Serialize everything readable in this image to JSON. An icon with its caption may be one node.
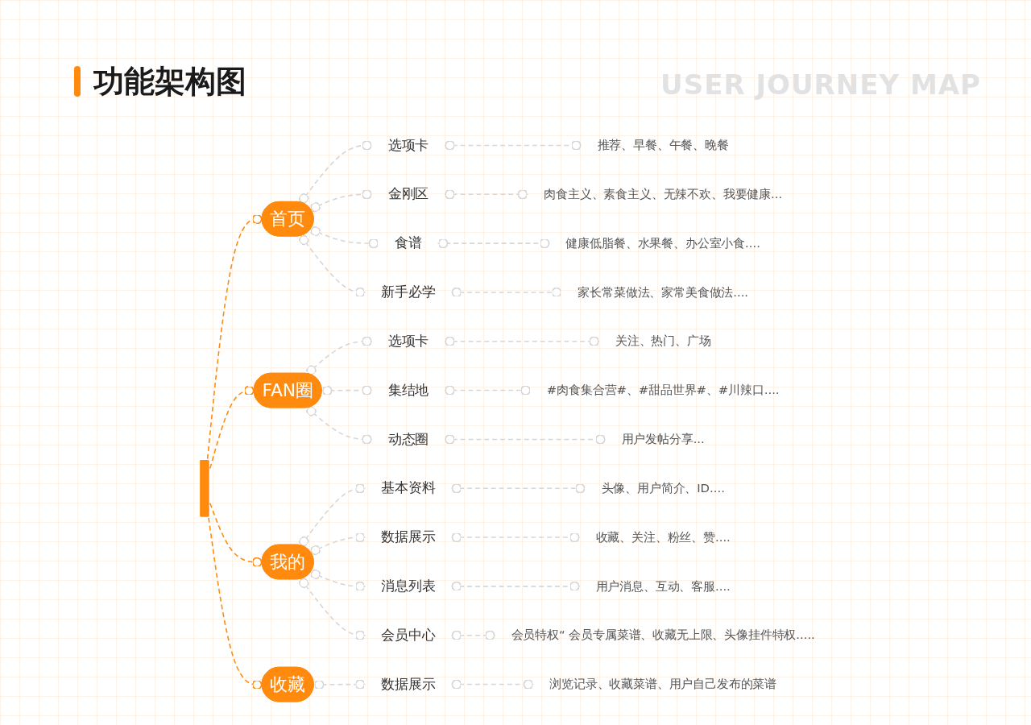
{
  "diagram": {
    "title": "功能架构图",
    "nodes": [
      {
        "text": [],
        "shape": "bar"
      },
      {
        "text": [
          "首页"
        ]
      },
      {
        "text": [
          "选项卡"
        ]
      },
      {
        "text": [
          "推荐、早餐、午餐、晚餐"
        ]
      },
      {
        "text": [
          "金刚区"
        ]
      },
      {
        "text": [
          "肉食主义、素食主义、无辣不欢、我要健康..."
        ]
      },
      {
        "text": [
          "食谱"
        ]
      },
      {
        "text": [
          "健康低脂餐、水果餐、办公室小食...."
        ]
      },
      {
        "text": [
          "新手必学"
        ]
      },
      {
        "text": [
          "家长常菜做法、家常美食做法...."
        ]
      },
      {
        "text": [
          "FAN圈"
        ]
      },
      {
        "text": [
          "选项卡"
        ]
      },
      {
        "text": [
          "关注、热门、广场"
        ]
      },
      {
        "text": [
          "集结地"
        ]
      },
      {
        "text": [
          "#肉食集合营#、#甜品世界#、#川辣口...."
        ]
      },
      {
        "text": [
          "动态圈"
        ]
      },
      {
        "text": [
          "用户发帖分享..."
        ]
      },
      {
        "text": [
          "我的"
        ]
      },
      {
        "text": [
          "基本资料"
        ]
      },
      {
        "text": [
          "头像、用户简介、ID...."
        ]
      },
      {
        "text": [
          "数据展示"
        ]
      },
      {
        "text": [
          "收藏、关注、粉丝、赞...."
        ]
      },
      {
        "text": [
          "消息列表"
        ]
      },
      {
        "text": [
          "用户消息、互动、客服...."
        ]
      },
      {
        "text": [
          "会员中心"
        ]
      },
      {
        "text": [
          "会员特权“ 会员专属菜谱、收藏无上限、头像挂件特权....."
        ]
      },
      {
        "text": [
          "收藏"
        ]
      },
      {
        "text": [
          "数据展示"
        ]
      },
      {
        "text": [
          "浏览记录、收藏菜谱、用户自己发布的菜谱"
        ]
      }
    ],
    "edges": [
      {
        "from": 0,
        "to": 1,
        "arrow": "other",
        "style": "dashed",
        "color": "#ff8a0d"
      },
      {
        "from": 0,
        "to": 10,
        "arrow": "other",
        "style": "dashed",
        "color": "#ff8a0d"
      },
      {
        "from": 0,
        "to": 17,
        "arrow": "other",
        "style": "dashed",
        "color": "#ff8a0d"
      },
      {
        "from": 0,
        "to": 26,
        "arrow": "other",
        "style": "dashed",
        "color": "#ff8a0d"
      },
      {
        "from": 1,
        "to": 2,
        "arrow": "other",
        "style": "dashed"
      },
      {
        "from": 1,
        "to": 4,
        "arrow": "other",
        "style": "dashed"
      },
      {
        "from": 1,
        "to": 6,
        "arrow": "other",
        "style": "dashed"
      },
      {
        "from": 1,
        "to": 8,
        "arrow": "other",
        "style": "dashed"
      },
      {
        "from": 2,
        "to": 3,
        "arrow": "other",
        "style": "dashed"
      },
      {
        "from": 4,
        "to": 5,
        "arrow": "other",
        "style": "dashed"
      },
      {
        "from": 6,
        "to": 7,
        "arrow": "other",
        "style": "dashed"
      },
      {
        "from": 8,
        "to": 9,
        "arrow": "other",
        "style": "dashed"
      },
      {
        "from": 10,
        "to": 11,
        "arrow": "other",
        "style": "dashed"
      },
      {
        "from": 10,
        "to": 13,
        "arrow": "other",
        "style": "dashed"
      },
      {
        "from": 10,
        "to": 15,
        "arrow": "other",
        "style": "dashed"
      },
      {
        "from": 11,
        "to": 12,
        "arrow": "other",
        "style": "dashed"
      },
      {
        "from": 13,
        "to": 14,
        "arrow": "other",
        "style": "dashed"
      },
      {
        "from": 15,
        "to": 16,
        "arrow": "other",
        "style": "dashed"
      },
      {
        "from": 17,
        "to": 18,
        "arrow": "other",
        "style": "dashed"
      },
      {
        "from": 17,
        "to": 20,
        "arrow": "other",
        "style": "dashed"
      },
      {
        "from": 17,
        "to": 22,
        "arrow": "other",
        "style": "dashed"
      },
      {
        "from": 17,
        "to": 24,
        "arrow": "other",
        "style": "dashed"
      },
      {
        "from": 18,
        "to": 19,
        "arrow": "other",
        "style": "dashed"
      },
      {
        "from": 20,
        "to": 21,
        "arrow": "other",
        "style": "dashed"
      },
      {
        "from": 22,
        "to": 23,
        "arrow": "other",
        "style": "dashed"
      },
      {
        "from": 24,
        "to": 25,
        "arrow": "other",
        "style": "dashed"
      },
      {
        "from": 26,
        "to": 27,
        "arrow": "other",
        "style": "dashed"
      },
      {
        "from": 27,
        "to": 28,
        "arrow": "other",
        "style": "dashed"
      }
    ],
    "labels": [
      "USER JOURNEY MAP"
    ]
  }
}
